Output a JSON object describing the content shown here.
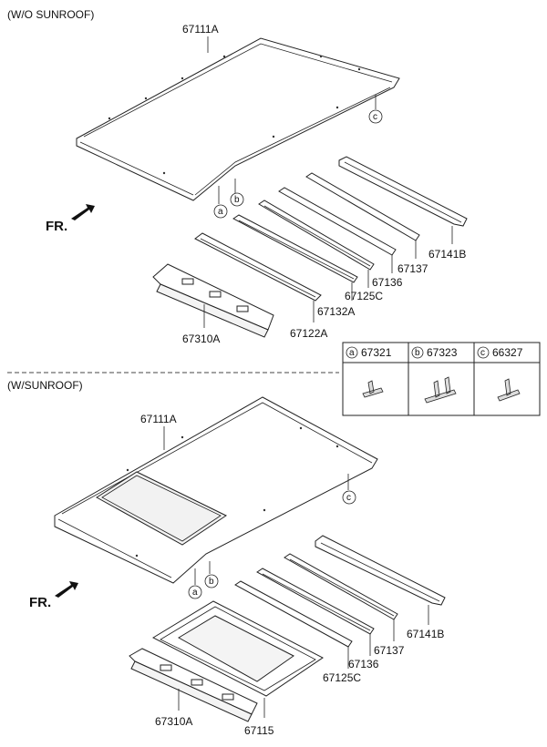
{
  "sections": {
    "without_sunroof": {
      "title": "(W/O SUNROOF)"
    },
    "with_sunroof": {
      "title": "(W/SUNROOF)"
    }
  },
  "fr_label": "FR.",
  "top_parts": {
    "roof_panel": "67111A",
    "rail_1": "67141B",
    "rail_2": "67137",
    "rail_3": "67136",
    "rail_4": "67125C",
    "rail_5": "67132A",
    "rail_6": "67122A",
    "front_panel": "67310A"
  },
  "bottom_parts": {
    "roof_panel": "67111A",
    "rail_1": "67141B",
    "rail_2": "67137",
    "rail_3": "67136",
    "rail_4": "67125C",
    "front_panel": "67310A",
    "sunroof_frame": "67115"
  },
  "callouts": {
    "a": "a",
    "b": "b",
    "c": "c"
  },
  "legend": [
    {
      "key": "a",
      "part": "67321"
    },
    {
      "key": "b",
      "part": "67323"
    },
    {
      "key": "c",
      "part": "66327"
    }
  ]
}
